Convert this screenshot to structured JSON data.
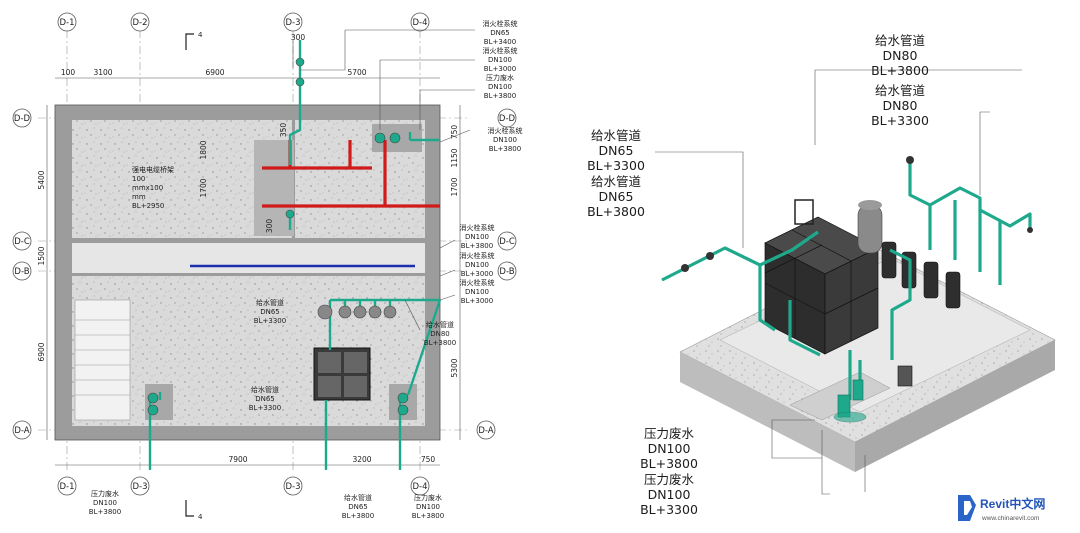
{
  "plan": {
    "axes_top": [
      "D-1",
      "D-2",
      "D-3",
      "D-4"
    ],
    "axes_bottom": [
      "D-1",
      "D-3",
      "D-3",
      "D-4"
    ],
    "axes_left": [
      "D-D",
      "D-C",
      "D-B",
      "D-A"
    ],
    "axes_right": [
      "D-D",
      "D-C",
      "D-B",
      "D-A"
    ],
    "dims_top": [
      "100",
      "3100",
      "6900",
      "5700"
    ],
    "dims_bottom": [
      "7900",
      "3200",
      "750"
    ],
    "dims_left": [
      "5400",
      "1500",
      "6900"
    ],
    "dims_right": [
      "750",
      "1150",
      "1700",
      "5300"
    ],
    "dims_inner": [
      "1800",
      "1700",
      "300",
      "350",
      "300"
    ],
    "section_marks": [
      "4",
      "4"
    ],
    "tray_label": [
      "强电电缆桥架",
      "100",
      "mmx100",
      "mm",
      "BL+2950"
    ],
    "labels": {
      "fh1": [
        "消火栓系统",
        "DN65",
        "BL+3400"
      ],
      "fh2": [
        "消火栓系统",
        "DN100",
        "BL+3000"
      ],
      "ww1": [
        "压力废水",
        "DN100",
        "BL+3800"
      ],
      "fh3": [
        "消火栓系统",
        "DN100",
        "BL+3800"
      ],
      "fh4": [
        "消火栓系统",
        "DN100",
        "BL+3800"
      ],
      "fh5": [
        "消火栓系统",
        "DN100",
        "BL+3000"
      ],
      "fh6": [
        "消火栓系统",
        "DN100",
        "BL+3000"
      ],
      "ws1": [
        "给水管道",
        "DN65",
        "BL+3300"
      ],
      "ws2": [
        "给水管道",
        "DN80",
        "BL+3800"
      ],
      "ws3": [
        "给水管道",
        "DN65",
        "BL+3300"
      ],
      "ww2": [
        "压力废水",
        "DN100",
        "BL+3800"
      ],
      "ws4": [
        "给水管道",
        "DN65",
        "BL+3800"
      ],
      "ww3": [
        "压力废水",
        "DN100",
        "BL+3800"
      ]
    }
  },
  "iso": {
    "labels": {
      "ws_a": [
        "给水管道",
        "DN65",
        "BL+3300"
      ],
      "ws_b": [
        "给水管道",
        "DN65",
        "BL+3800"
      ],
      "ws_c": [
        "给水管道",
        "DN80",
        "BL+3800"
      ],
      "ws_d": [
        "给水管道",
        "DN80",
        "BL+3300"
      ],
      "ww_a": [
        "压力废水",
        "DN100",
        "BL+3800"
      ],
      "ww_b": [
        "压力废水",
        "DN100",
        "BL+3300"
      ]
    }
  },
  "watermark": {
    "brand": "Revit中文网",
    "url": "www.chinarevit.com"
  },
  "colors": {
    "water": "#1fa98c",
    "fire": "#d11a1a",
    "tray": "#1d2fae"
  }
}
